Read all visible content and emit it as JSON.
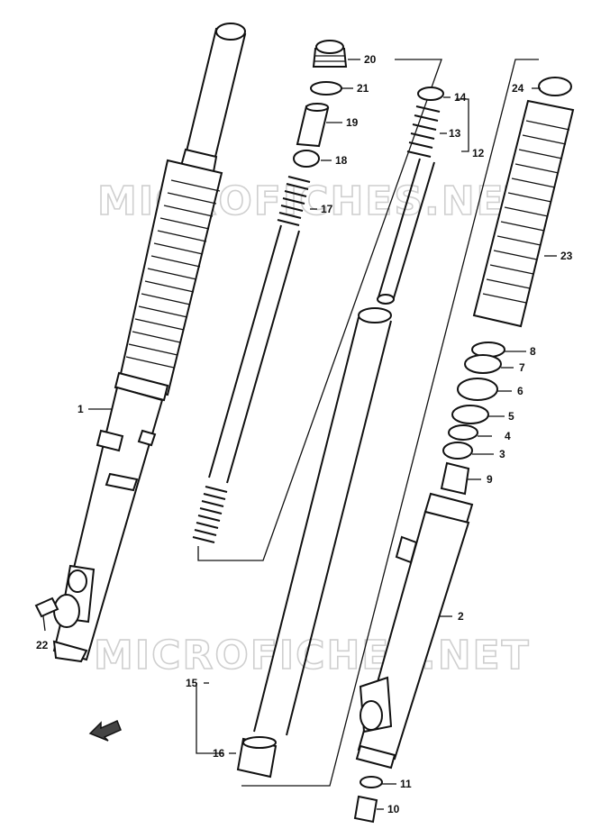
{
  "watermark": {
    "text": "MICROFICHES.NET"
  },
  "callouts": [
    "1",
    "2",
    "3",
    "4",
    "5",
    "6",
    "7",
    "8",
    "9",
    "10",
    "11",
    "12",
    "13",
    "14",
    "15",
    "16",
    "17",
    "18",
    "19",
    "20",
    "21",
    "22",
    "23",
    "24"
  ],
  "icons": {
    "direction_arrow": "arrow-icon"
  }
}
